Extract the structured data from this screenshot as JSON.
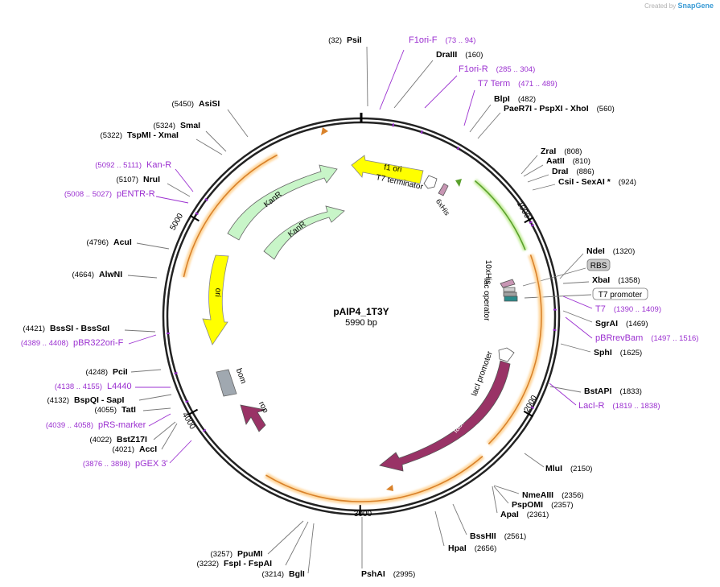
{
  "brand": {
    "created_by": "Created by",
    "name": "SnapGene"
  },
  "plasmid": {
    "name": "pAIP4_1T3Y",
    "size": "5990 bp"
  },
  "colors": {
    "enzyme": "#000000",
    "primer": "#9b30d0",
    "line": "#555555",
    "backbone": "#222222"
  },
  "ticks": [
    {
      "label": "1000"
    },
    {
      "label": "2000"
    },
    {
      "label": "3000"
    },
    {
      "label": "4000"
    },
    {
      "label": "5000"
    }
  ],
  "features": [
    {
      "name": "f1 ori",
      "color": "#ffff00"
    },
    {
      "name": "KanR",
      "color": "#c8f5c8"
    },
    {
      "name": "KanR",
      "color": "#c8f5c8"
    },
    {
      "name": "ori",
      "color": "#ffff00"
    },
    {
      "name": "bom",
      "color": "#a0a8b0"
    },
    {
      "name": "rop",
      "color": "#993366"
    },
    {
      "name": "lacI",
      "color": "#993366"
    },
    {
      "name": "lacI promoter",
      "color": "#ffffff"
    },
    {
      "name": "T7 terminator",
      "color": "#ffffff"
    },
    {
      "name": "6xHis",
      "color": "#c896b4"
    },
    {
      "name": "10xHis",
      "color": "#c896b4"
    },
    {
      "name": "lac operator",
      "color": "#ffffff"
    },
    {
      "name": "RBS",
      "color": "#b0b0b0"
    },
    {
      "name": "T7 promoter",
      "color": "#ffffff"
    }
  ],
  "labels": {
    "left": [
      {
        "pos": "(5450)",
        "name": "AsiSI",
        "color": "black"
      },
      {
        "pos": "(5324)",
        "name": "SmaI",
        "color": "black"
      },
      {
        "pos": "(5322)",
        "name": "TspMI  - XmaI",
        "color": "black"
      },
      {
        "pos": "(5092 .. 5111)",
        "name": "Kan-R",
        "color": "primer"
      },
      {
        "pos": "(5107)",
        "name": "NruI",
        "color": "black"
      },
      {
        "pos": "(5008 .. 5027)",
        "name": "pENTR-R",
        "color": "primer"
      },
      {
        "pos": "(4796)",
        "name": "AcuI",
        "color": "black"
      },
      {
        "pos": "(4664)",
        "name": "AlwNI",
        "color": "black"
      },
      {
        "pos": "(4421)",
        "name": "BssSI  - BssSαI",
        "color": "black"
      },
      {
        "pos": "(4389 .. 4408)",
        "name": "pBR322ori-F",
        "color": "primer"
      },
      {
        "pos": "(4248)",
        "name": "PciI",
        "color": "black"
      },
      {
        "pos": "(4138 .. 4155)",
        "name": "L4440",
        "color": "primer"
      },
      {
        "pos": "(4132)",
        "name": "BspQI  - SapI",
        "color": "black"
      },
      {
        "pos": "(4055)",
        "name": "TatI",
        "color": "black"
      },
      {
        "pos": "(4039 .. 4058)",
        "name": "pRS-marker",
        "color": "primer"
      },
      {
        "pos": "(4022)",
        "name": "BstZ17I",
        "color": "black"
      },
      {
        "pos": "(4021)",
        "name": "AccI",
        "color": "black"
      },
      {
        "pos": "(3876 .. 3898)",
        "name": "pGEX 3'",
        "color": "primer"
      },
      {
        "pos": "(3257)",
        "name": "PpuMI",
        "color": "black"
      },
      {
        "pos": "(3232)",
        "name": "FspI  - FspAI",
        "color": "black"
      },
      {
        "pos": "(3214)",
        "name": "BglI",
        "color": "black"
      }
    ],
    "top": [
      {
        "pos": "(32)",
        "name": "PsiI",
        "color": "black"
      },
      {
        "pos": "(73 .. 94)",
        "name": "F1ori-F",
        "color": "primer"
      },
      {
        "pos": "(160)",
        "name": "DraIII",
        "color": "black"
      },
      {
        "pos": "(285 .. 304)",
        "name": "F1ori-R",
        "color": "primer"
      },
      {
        "pos": "(471 .. 489)",
        "name": "T7 Term",
        "color": "primer"
      }
    ],
    "right": [
      {
        "pos": "(482)",
        "name": "BlpI",
        "color": "black"
      },
      {
        "pos": "(560)",
        "name": "PaeR7I  - PspXI  - XhoI",
        "color": "black"
      },
      {
        "pos": "(808)",
        "name": "ZraI",
        "color": "black"
      },
      {
        "pos": "(810)",
        "name": "AatII",
        "color": "black"
      },
      {
        "pos": "(886)",
        "name": "DraI",
        "color": "black"
      },
      {
        "pos": "(924)",
        "name": "CsiI  - SexAI *",
        "color": "black"
      },
      {
        "pos": "(1320)",
        "name": "NdeI",
        "color": "black"
      },
      {
        "pos": "",
        "name": "RBS",
        "color": "box"
      },
      {
        "pos": "(1358)",
        "name": "XbaI",
        "color": "black"
      },
      {
        "pos": "",
        "name": "T7 promoter",
        "color": "boxwhite"
      },
      {
        "pos": "(1390 .. 1409)",
        "name": "T7",
        "color": "primer"
      },
      {
        "pos": "(1469)",
        "name": "SgrAI",
        "color": "black"
      },
      {
        "pos": "(1497 .. 1516)",
        "name": "pBRrevBam",
        "color": "primer"
      },
      {
        "pos": "(1625)",
        "name": "SphI",
        "color": "black"
      },
      {
        "pos": "(1833)",
        "name": "BstAPI",
        "color": "black"
      },
      {
        "pos": "(1819 .. 1838)",
        "name": "LacI-R",
        "color": "primer"
      },
      {
        "pos": "(2150)",
        "name": "MluI",
        "color": "black"
      },
      {
        "pos": "(2356)",
        "name": "NmeAIII",
        "color": "black"
      },
      {
        "pos": "(2357)",
        "name": "PspOMI",
        "color": "black"
      },
      {
        "pos": "(2361)",
        "name": "ApaI",
        "color": "black"
      },
      {
        "pos": "(2561)",
        "name": "BssHII",
        "color": "black"
      },
      {
        "pos": "(2656)",
        "name": "HpaI",
        "color": "black"
      }
    ],
    "bottom": [
      {
        "pos": "(2995)",
        "name": "PshAI",
        "color": "black"
      }
    ]
  }
}
